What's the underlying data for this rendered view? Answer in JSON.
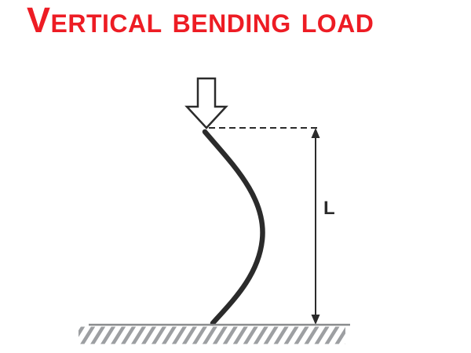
{
  "title": "Vertical bending load",
  "diagram": {
    "dimension_label": "L",
    "elements": {
      "load_arrow": "hollow downward arrow applying vertical load",
      "column": "buckled column bowing to the right under load",
      "reference_line": "dashed horizontal line at load application point",
      "dimension": "double-headed vertical arrow measuring column height L",
      "ground": "hatched ground line at column base"
    }
  },
  "colors": {
    "title_red": "#ed1c24",
    "line_dark": "#2b2b2b",
    "ground_line_gray": "#8a8c8e",
    "ground_hatch_gray": "#9d9fa2",
    "background": "#ffffff"
  }
}
